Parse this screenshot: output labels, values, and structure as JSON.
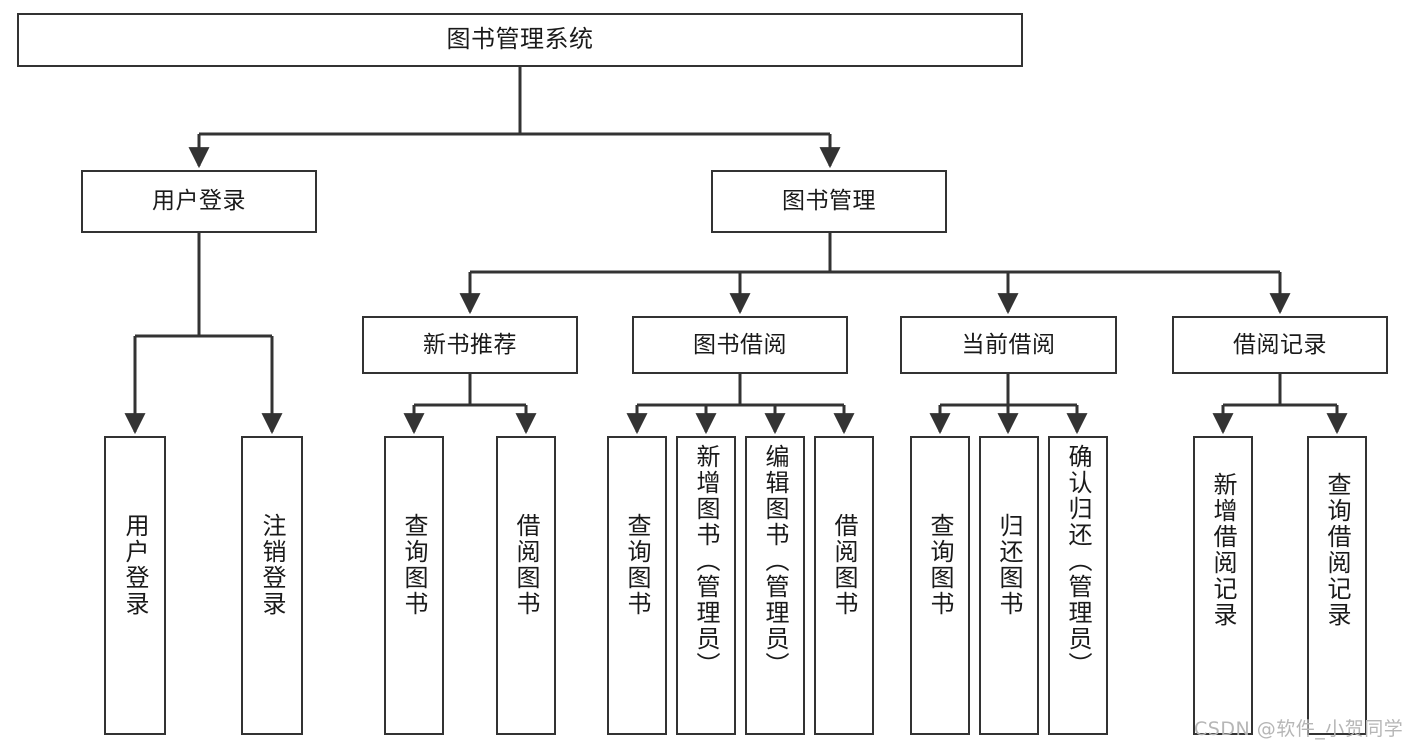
{
  "diagram": {
    "type": "tree-hierarchy-chart",
    "title": "图书管理系统",
    "line_color": "#333333",
    "box_fill": "#ffffff",
    "text_color": "#1a1a1a",
    "nodes": {
      "root": {
        "label": "图书管理系统"
      },
      "level2": [
        {
          "id": "user-login",
          "label": "用户登录"
        },
        {
          "id": "book-management",
          "label": "图书管理"
        }
      ],
      "level3": [
        {
          "id": "new-book-recommend",
          "label": "新书推荐"
        },
        {
          "id": "book-borrow",
          "label": "图书借阅"
        },
        {
          "id": "current-borrow",
          "label": "当前借阅"
        },
        {
          "id": "borrow-record",
          "label": "借阅记录"
        }
      ],
      "leaves": [
        {
          "id": "leaf-user-login",
          "label": "用户登录",
          "parent": "user-login"
        },
        {
          "id": "leaf-logout-login",
          "label": "注销登录",
          "parent": "user-login"
        },
        {
          "id": "leaf-query-book-1",
          "label": "查询图书",
          "parent": "new-book-recommend"
        },
        {
          "id": "leaf-borrow-book-1",
          "label": "借阅图书",
          "parent": "new-book-recommend"
        },
        {
          "id": "leaf-query-book-2",
          "label": "查询图书",
          "parent": "book-borrow"
        },
        {
          "id": "leaf-add-book",
          "label": "新增图书（管理员）",
          "parent": "book-borrow"
        },
        {
          "id": "leaf-edit-book",
          "label": "编辑图书（管理员）",
          "parent": "book-borrow"
        },
        {
          "id": "leaf-borrow-book-2",
          "label": "借阅图书",
          "parent": "book-borrow"
        },
        {
          "id": "leaf-query-book-3",
          "label": "查询图书",
          "parent": "current-borrow"
        },
        {
          "id": "leaf-return-book",
          "label": "归还图书",
          "parent": "current-borrow"
        },
        {
          "id": "leaf-confirm-return",
          "label": "确认归还（管理员）",
          "parent": "current-borrow"
        },
        {
          "id": "leaf-add-record",
          "label": "新增借阅记录",
          "parent": "borrow-record"
        },
        {
          "id": "leaf-query-record",
          "label": "查询借阅记录",
          "parent": "borrow-record"
        }
      ]
    }
  },
  "watermark": {
    "text": "CSDN @软件_小贺同学"
  }
}
